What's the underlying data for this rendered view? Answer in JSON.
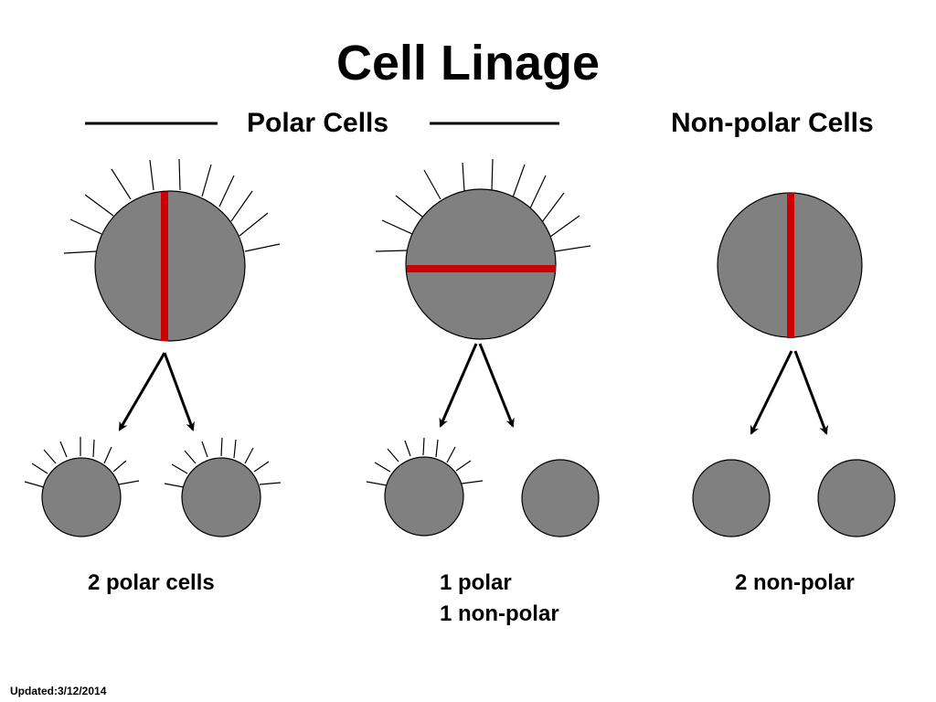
{
  "title": "Cell Linage",
  "sections": {
    "polar": "Polar Cells",
    "nonpolar": "Non-polar Cells"
  },
  "captions": {
    "polar_to_polar": "2 polar cells",
    "polar_asym_line1": "1 polar",
    "polar_asym_line2": "1 non-polar",
    "nonpolar_to_nonpolar": "2 non-polar"
  },
  "footer": {
    "updated": "Updated:3/12/2014"
  },
  "colors": {
    "cell_fill": "#808080",
    "division_line": "#cc0000",
    "stroke": "#000000"
  }
}
